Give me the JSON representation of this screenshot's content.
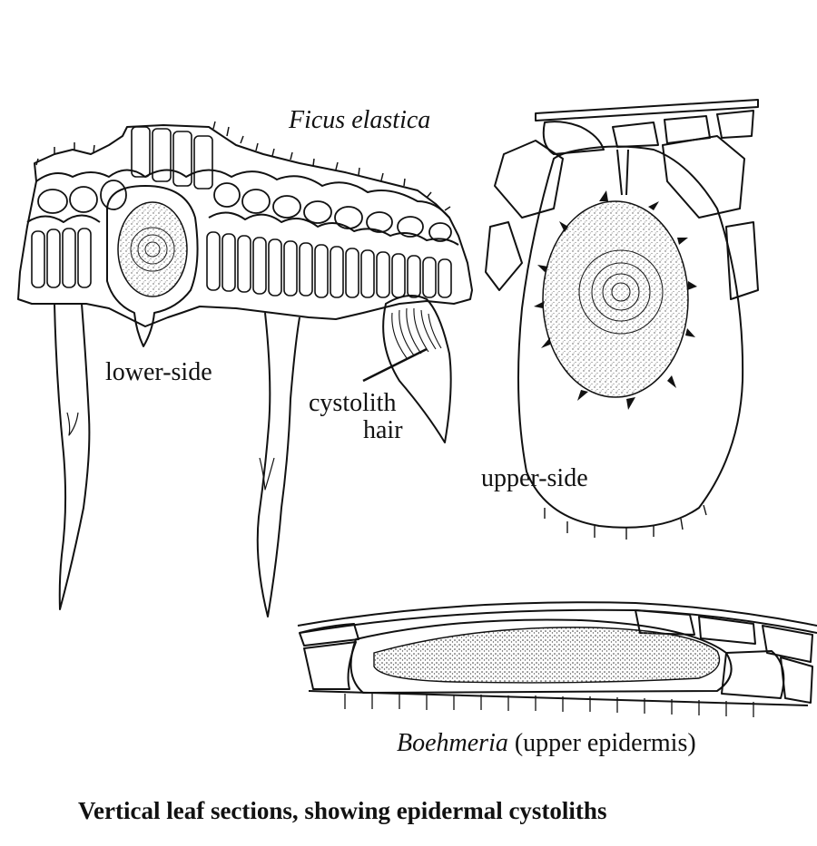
{
  "title": "Vertical leaf sections, showing epidermal cystoliths",
  "labels": {
    "ficus": "Ficus elastica",
    "lower_side": "lower-side",
    "cystolith_line1": "cystolith",
    "cystolith_line2": "hair",
    "upper_side": "upper-side",
    "boehmeria_genus": "Boehmeria",
    "boehmeria_note": "(upper epidermis)"
  },
  "colors": {
    "ink": "#111111",
    "stipple": "#6a6a6a",
    "stipple_light": "#cfcfcf",
    "paper": "#ffffff"
  }
}
